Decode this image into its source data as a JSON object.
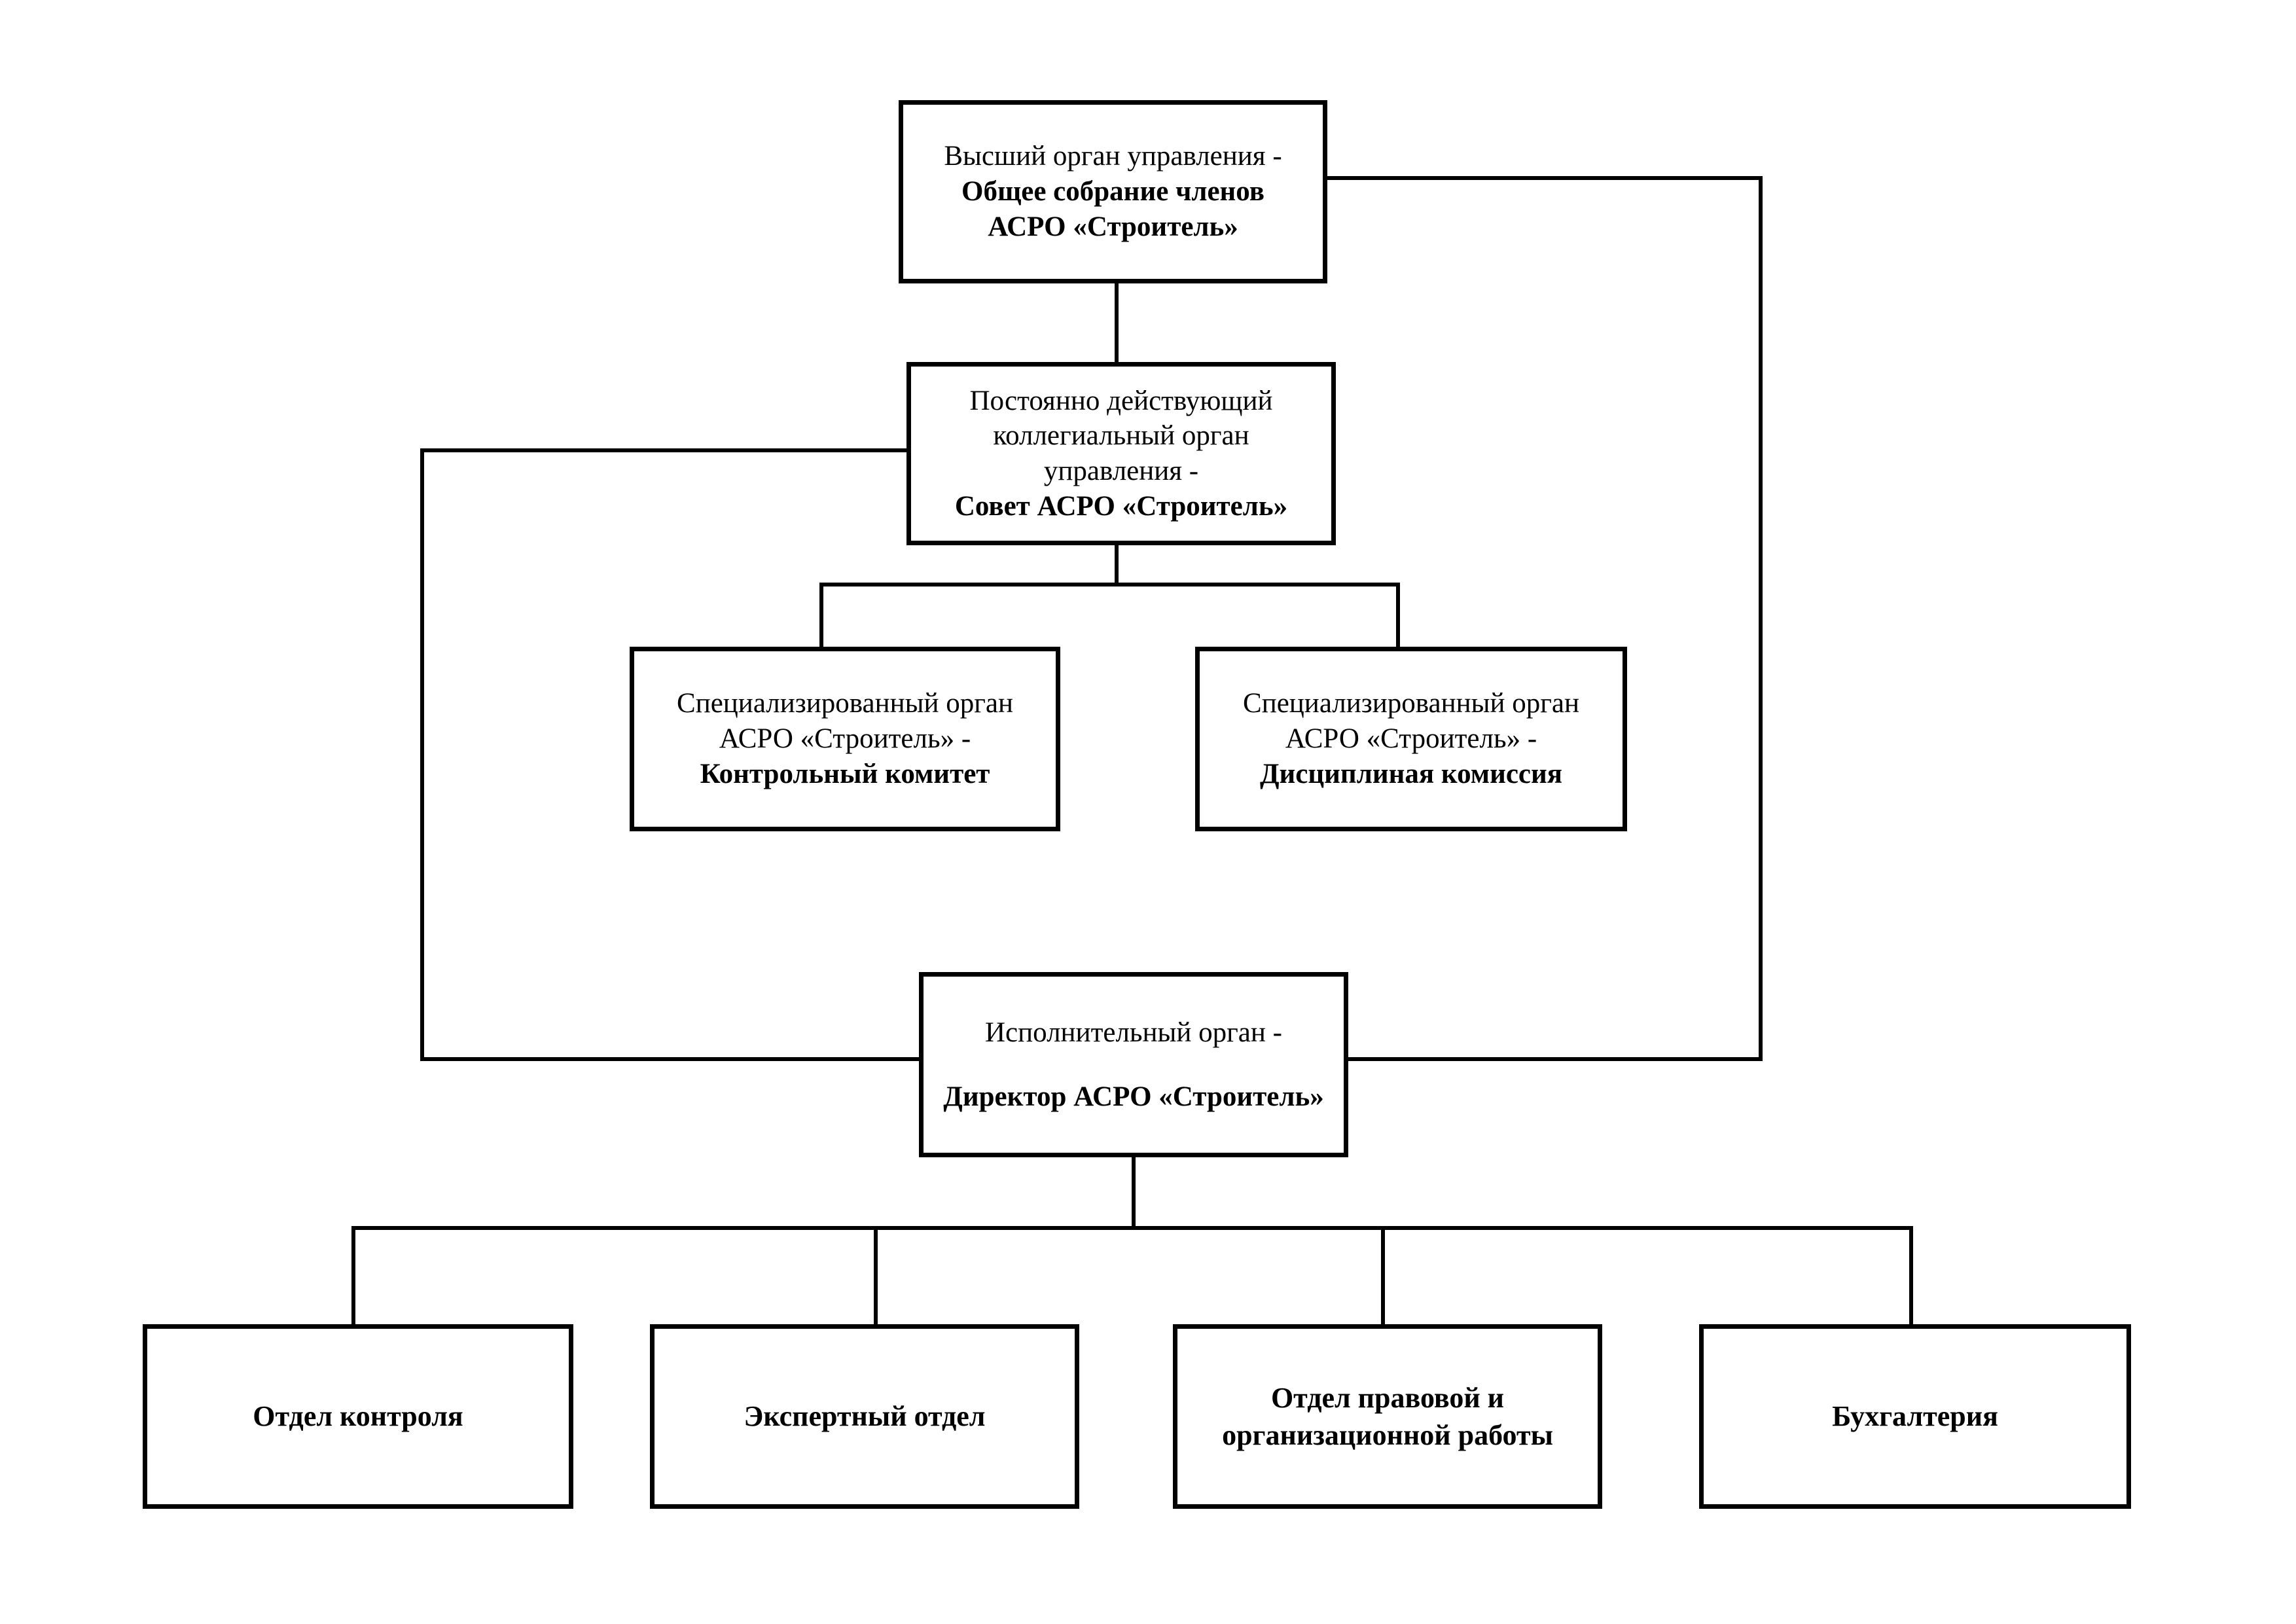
{
  "diagram": {
    "top_node": {
      "line1": "Высший орган управления -",
      "line2": "Общее собрание членов",
      "line3": "АСРО «Строитель»"
    },
    "council_node": {
      "line1": "Постоянно действующий",
      "line2": "коллегиальный орган",
      "line3": "управления -",
      "line4": "Совет АСРО «Строитель»"
    },
    "control_committee_node": {
      "line1": "Специализированный орган",
      "line2": "АСРО «Строитель» -",
      "line3": "Контрольный комитет"
    },
    "disciplinary_commission_node": {
      "line1": "Специализированный орган",
      "line2": "АСРО «Строитель» -",
      "line3": "Дисциплиная комиссия"
    },
    "executive_node": {
      "line1": "Исполнительный орган -",
      "line2": "Директор АСРО «Строитель»"
    },
    "departments": [
      {
        "line1": "Отдел контроля"
      },
      {
        "line1": "Экспертный отдел"
      },
      {
        "line1": "Отдел правовой и",
        "line2": "организационной работы"
      },
      {
        "line1": "Бухгалтерия"
      }
    ]
  }
}
